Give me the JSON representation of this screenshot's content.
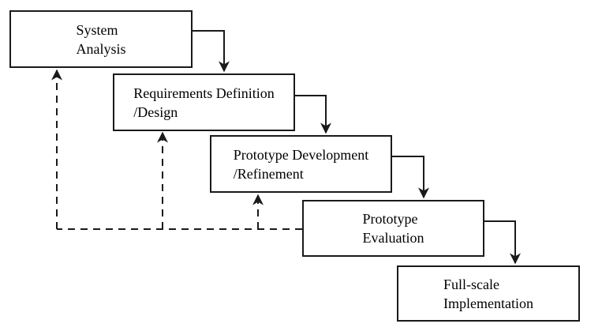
{
  "diagram": {
    "boxes": [
      {
        "id": "system-analysis",
        "lines": [
          "System",
          "Analysis"
        ]
      },
      {
        "id": "requirements-definition-design",
        "lines": [
          "Requirements Definition",
          "/Design"
        ]
      },
      {
        "id": "prototype-development-refinement",
        "lines": [
          "Prototype Development",
          "/Refinement"
        ]
      },
      {
        "id": "prototype-evaluation",
        "lines": [
          "Prototype",
          "Evaluation"
        ]
      },
      {
        "id": "full-scale-implementation",
        "lines": [
          "Full-scale",
          "Implementation"
        ]
      }
    ],
    "connections": [
      {
        "from": "system-analysis",
        "to": "requirements-definition-design",
        "style": "solid-arrow"
      },
      {
        "from": "requirements-definition-design",
        "to": "prototype-development-refinement",
        "style": "solid-arrow"
      },
      {
        "from": "prototype-development-refinement",
        "to": "prototype-evaluation",
        "style": "solid-arrow"
      },
      {
        "from": "prototype-evaluation",
        "to": "full-scale-implementation",
        "style": "solid-arrow"
      },
      {
        "from": "prototype-evaluation",
        "to": "prototype-development-refinement",
        "style": "dashed-arrow"
      },
      {
        "from": "prototype-evaluation",
        "to": "requirements-definition-design",
        "style": "dashed-arrow"
      },
      {
        "from": "prototype-evaluation",
        "to": "system-analysis",
        "style": "dashed-arrow"
      }
    ],
    "colors": {
      "line": "#1a1a1a",
      "box_border": "#1a1a1a",
      "background": "#ffffff",
      "text": "#000000"
    }
  }
}
